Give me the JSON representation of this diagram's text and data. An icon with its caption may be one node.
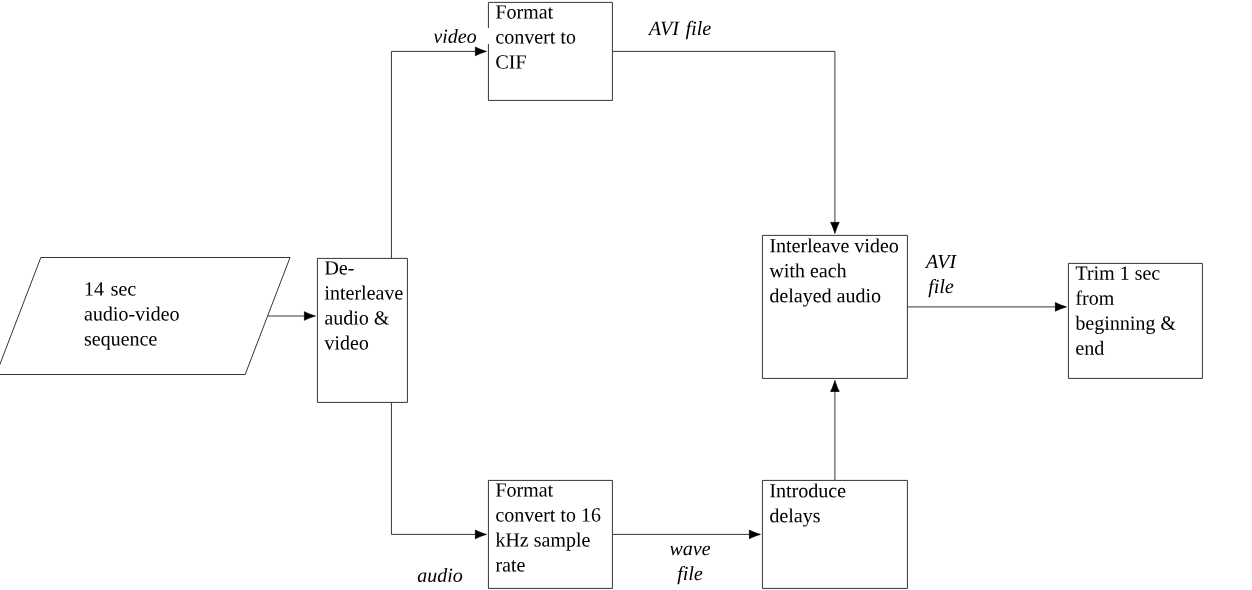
{
  "diagram": {
    "nodes": [
      {
        "text": [
          "14 sec audio-video sequence"
        ]
      },
      {
        "text": [
          "De-interleave audio & video"
        ]
      },
      {
        "text": [
          "Format convert to CIF"
        ]
      },
      {
        "text": [
          "Interleave video with each delayed audio"
        ]
      },
      {
        "text": [
          "Trim 1 sec from beginning & end"
        ]
      },
      {
        "text": [
          "Format convert to 16 kHz sample rate"
        ]
      },
      {
        "text": [
          "Introduce delays"
        ]
      }
    ],
    "edges": [
      {
        "from": 0,
        "to": 1,
        "arrow": "to"
      },
      {
        "from": 1,
        "to": 2,
        "arrow": "to",
        "label": "video"
      },
      {
        "from": 1,
        "to": 5,
        "arrow": "to",
        "label": "audio"
      },
      {
        "from": 2,
        "to": 3,
        "arrow": "to",
        "label": "AVI file"
      },
      {
        "from": 5,
        "to": 6,
        "arrow": "to",
        "label": "wave file"
      },
      {
        "from": 6,
        "to": 3,
        "arrow": "to"
      },
      {
        "from": 3,
        "to": 4,
        "arrow": "to",
        "label": "AVI file"
      }
    ]
  }
}
